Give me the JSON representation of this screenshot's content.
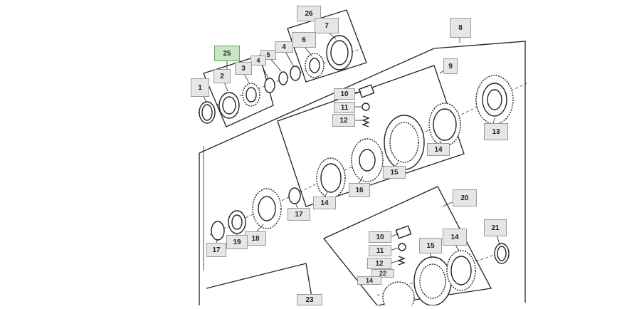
{
  "diagram": {
    "highlight_color": "#c9e6c3",
    "callouts": {
      "c26": "26",
      "c7": "7",
      "c6": "6",
      "c8": "8",
      "c25": "25",
      "c5": "5",
      "c4a": "4",
      "c4b": "4",
      "c2": "2",
      "c3": "3",
      "c1": "1",
      "c9": "9",
      "c10a": "10",
      "c11a": "11",
      "c12a": "12",
      "c13": "13",
      "c14a": "14",
      "c15a": "15",
      "c16": "16",
      "c14b": "14",
      "c17a": "17",
      "c18": "18",
      "c19": "19",
      "c17b": "17",
      "c20": "20",
      "c21": "21",
      "c10b": "10",
      "c11b": "11",
      "c12b": "12",
      "c15b": "15",
      "c14c": "14",
      "c22": "22",
      "c14d": "14",
      "c23": "23"
    }
  }
}
